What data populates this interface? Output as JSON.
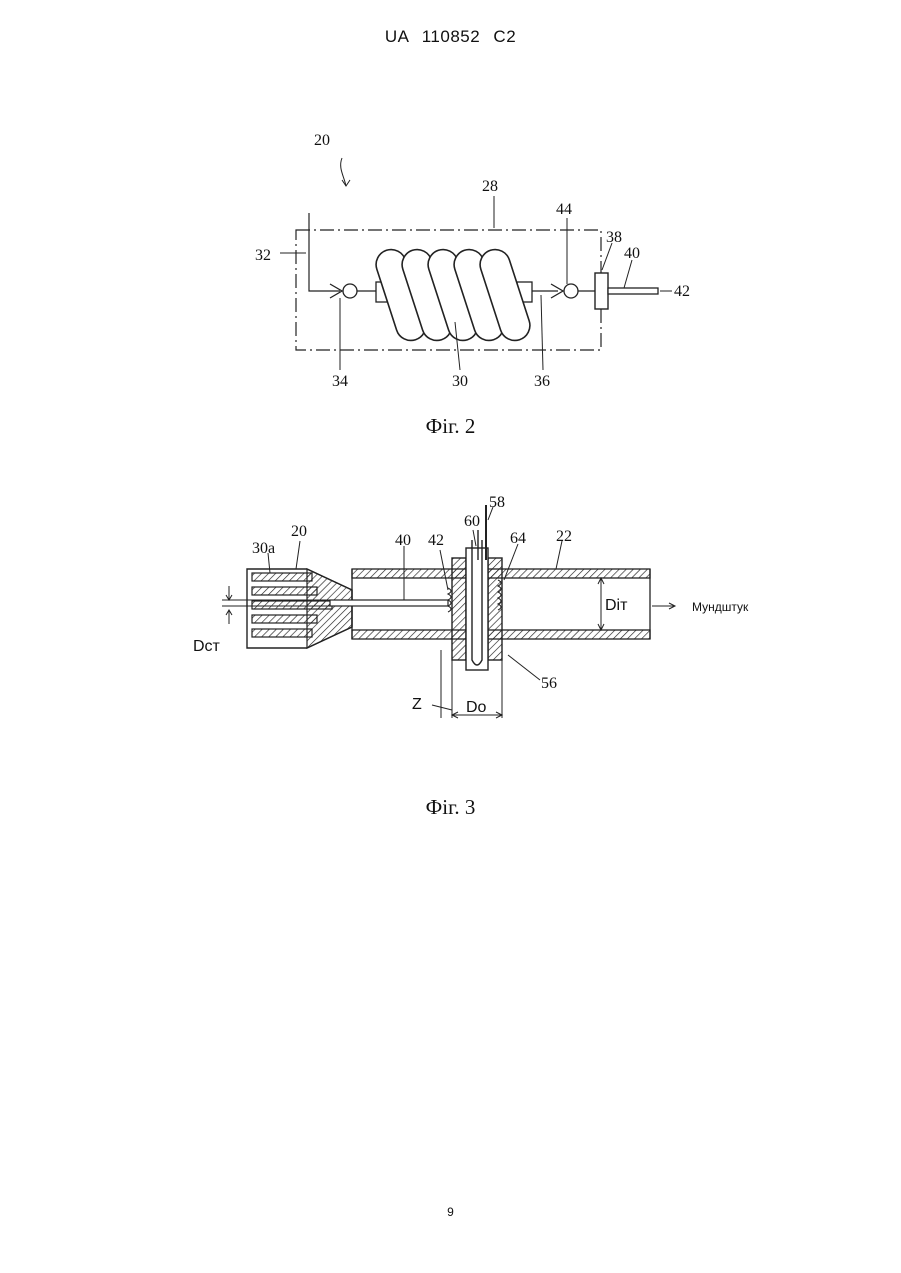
{
  "header": {
    "text": "UA   110852   C2"
  },
  "figure2": {
    "caption": "Фіг. 2",
    "labels": {
      "l20": "20",
      "l28": "28",
      "l32": "32",
      "l44": "44",
      "l38": "38",
      "l40": "40",
      "l42": "42",
      "l34": "34",
      "l30": "30",
      "l36": "36"
    }
  },
  "figure3": {
    "caption": "Фіг. 3",
    "labels": {
      "l30a": "30a",
      "l20": "20",
      "l40": "40",
      "l42": "42",
      "l60": "60",
      "l58": "58",
      "l64": "64",
      "l22": "22",
      "dct": "Dст",
      "dit": "Dіт",
      "mouthpiece": "Мундштук",
      "l56": "56",
      "z": "Z",
      "do": "Do"
    }
  },
  "page_number": "9"
}
